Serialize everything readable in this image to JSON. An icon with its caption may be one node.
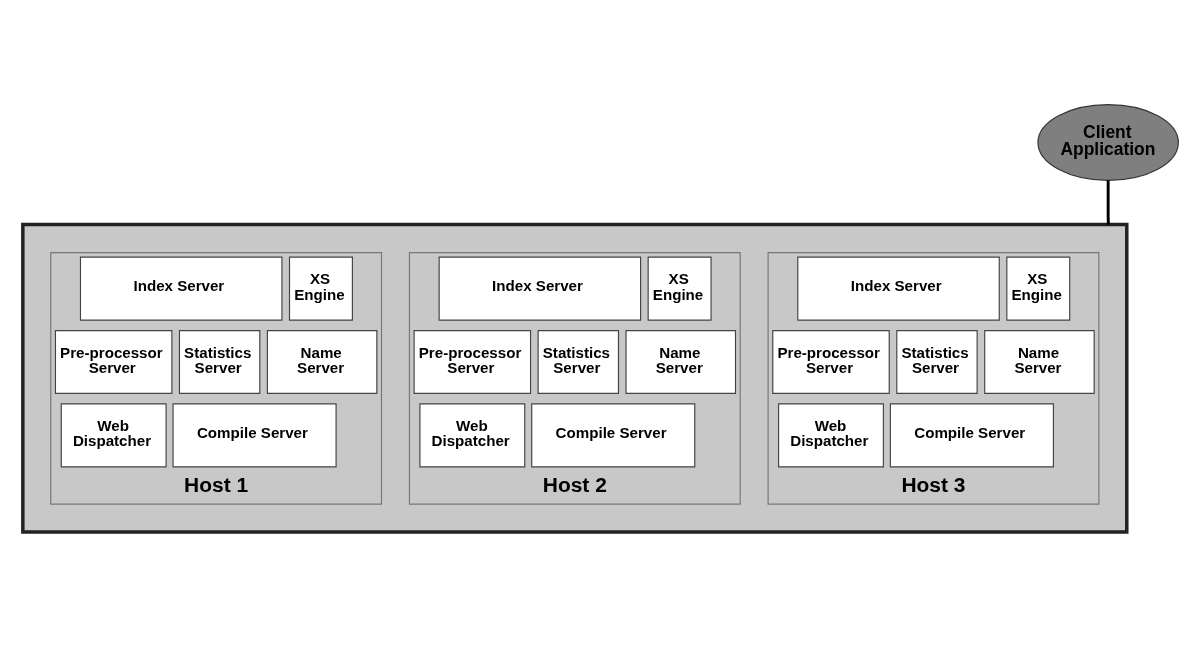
{
  "diagram": {
    "nodes": [
      {
        "text": [
          "Client Application"
        ]
      },
      {
        "text": [],
        "shape": "box"
      },
      {
        "text": [
          "Host 1"
        ],
        "in": 1
      },
      {
        "text": [
          "Index Server"
        ],
        "in": 2
      },
      {
        "text": [
          "XS Engine"
        ],
        "in": 2
      },
      {
        "text": [
          "Pre-processor Server"
        ],
        "in": 2
      },
      {
        "text": [
          "Statistics Server"
        ],
        "in": 2
      },
      {
        "text": [
          "Name Server"
        ],
        "in": 2
      },
      {
        "text": [
          "Web Dispatcher"
        ],
        "in": 2
      },
      {
        "text": [
          "Compile Server"
        ],
        "in": 2
      },
      {
        "text": [
          "Host 2"
        ],
        "in": 1
      },
      {
        "text": [
          "Index Server"
        ],
        "in": 10
      },
      {
        "text": [
          "XS Engine"
        ],
        "in": 10
      },
      {
        "text": [
          "Pre-processor Server"
        ],
        "in": 10
      },
      {
        "text": [
          "Statistics Server"
        ],
        "in": 10
      },
      {
        "text": [
          "Name Server"
        ],
        "in": 10
      },
      {
        "text": [
          "Web Dispatcher"
        ],
        "in": 10
      },
      {
        "text": [
          "Compile Server"
        ],
        "in": 10
      },
      {
        "text": [
          "Host 3"
        ],
        "in": 1
      },
      {
        "text": [
          "Index Server"
        ],
        "in": 18
      },
      {
        "text": [
          "XS Engine"
        ],
        "in": 18
      },
      {
        "text": [
          "Pre-processor Server"
        ],
        "in": 18
      },
      {
        "text": [
          "Statistics Server"
        ],
        "in": 18
      },
      {
        "text": [
          "Name Server"
        ],
        "in": 18
      },
      {
        "text": [
          "Web Dispatcher"
        ],
        "in": 18
      },
      {
        "text": [
          "Compile Server"
        ],
        "in": 18
      }
    ],
    "edges": [
      {
        "from": 0,
        "to": 1,
        "arrow": "none"
      }
    ]
  }
}
